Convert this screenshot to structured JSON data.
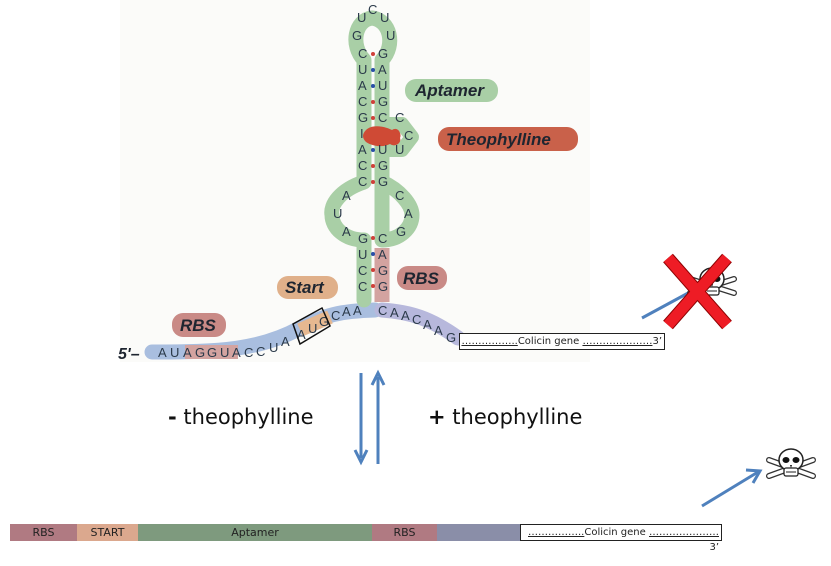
{
  "top_structure": {
    "five_prime": "5'–",
    "linear_seq": [
      "A",
      "U",
      "A",
      "G",
      "G",
      "U",
      "A",
      "C",
      "C",
      "U",
      "A"
    ],
    "start_codon": [
      "A",
      "U",
      "G"
    ],
    "after_start": [
      "C",
      "A",
      "A"
    ],
    "right_tail": [
      "C",
      "A",
      "A",
      "C",
      "A",
      "A",
      "G"
    ],
    "left_stem_bottom": [
      "C",
      "C",
      "U",
      "G"
    ],
    "right_stem_bottom": [
      "G",
      "G",
      "A",
      "C"
    ],
    "internal_loop_left": [
      "A",
      "U",
      "A"
    ],
    "internal_loop_right": [
      "C",
      "A",
      "G"
    ],
    "left_stem_mid": [
      "C",
      "C",
      "A",
      "I",
      "G"
    ],
    "right_stem_mid": [
      "G",
      "G",
      "U",
      "C"
    ],
    "bulge": [
      "C",
      "C",
      "U"
    ],
    "left_stem_top": [
      "C",
      "A",
      "U",
      "C"
    ],
    "right_stem_top": [
      "G",
      "U",
      "A",
      "G"
    ],
    "hairpin_loop": [
      "G",
      "U",
      "C",
      "U",
      "U"
    ],
    "labels": {
      "aptamer": "Aptamer",
      "theophylline": "Theophylline",
      "start": "Start",
      "rbs_left": "RBS",
      "rbs_right": "RBS"
    },
    "gene_box": {
      "dots_left": "……………..",
      "name": "Colicin gene",
      "dots_right": "…………………",
      "end": "3’"
    }
  },
  "conditions": {
    "minus_sign": "-",
    "minus_label": "theophylline",
    "plus_sign": "+",
    "plus_label": "theophylline"
  },
  "linear_construct": {
    "segments": [
      {
        "label": "RBS",
        "color": "#b07a82"
      },
      {
        "label": "START",
        "color": "#dba88e"
      },
      {
        "label": "Aptamer",
        "color": "#7e9a7e"
      },
      {
        "label": "RBS",
        "color": "#b07a82"
      },
      {
        "label": "",
        "color": "#8a8ea8"
      }
    ],
    "gene_box": {
      "dots_left": "……………..",
      "name": "Colicin gene",
      "dots_right": "…………………",
      "end": "3’"
    }
  },
  "colors": {
    "aptamer_green": "#a9cfa6",
    "theophylline_red": "#c9614a",
    "start_orange": "#e0b08a",
    "rbs_pink": "#c98a86",
    "linear_blue": "#a9bedf",
    "arrow_blue": "#4f81bd",
    "cross_red": "#ee1c25"
  },
  "icons": {
    "toxicity_blocked": "skull-crossbones-crossed-out-icon",
    "toxicity": "skull-crossbones-icon"
  }
}
